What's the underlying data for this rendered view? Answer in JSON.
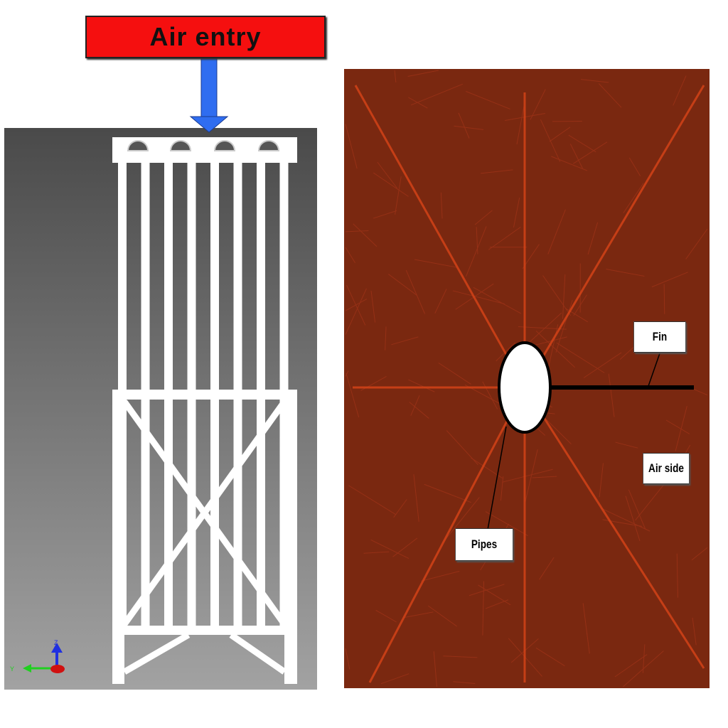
{
  "title": "Air entry",
  "labels": {
    "fin": "Fin",
    "air_side": "Air side",
    "pipes": "Pipes"
  },
  "axes_triad": {
    "z": "Z",
    "y": "Y"
  },
  "colors": {
    "title_bg": "#f50f0f",
    "arrow": "#2f6df0",
    "mesh_bg": "#7a2810",
    "mesh_line": "#c43a14"
  }
}
